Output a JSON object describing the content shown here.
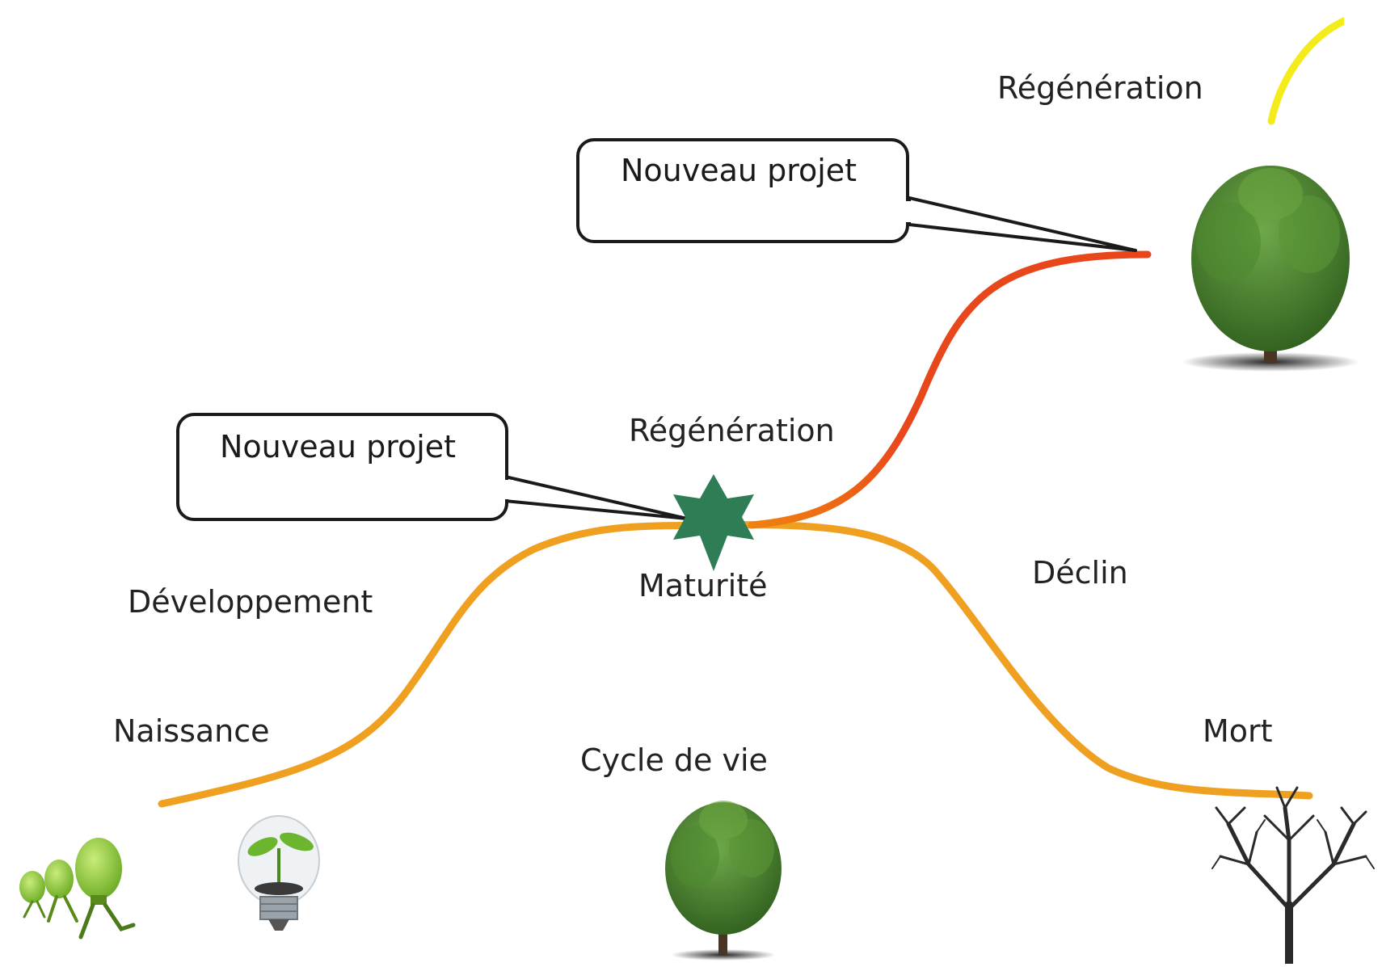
{
  "diagram": {
    "labels": {
      "regeneration_top": "Régénération",
      "regeneration_mid": "Régénération",
      "maturite": "Maturité",
      "developpement": "Développement",
      "declin": "Déclin",
      "naissance": "Naissance",
      "mort": "Mort",
      "cycle": "Cycle de vie"
    },
    "callouts": {
      "top": "Nouveau projet",
      "mid": "Nouveau projet"
    }
  },
  "colors": {
    "main_curve": "#f0a020",
    "regen_curve_start": "#e8471c",
    "regen_curve_end": "#f08010",
    "top_yellow": "#f4ec1a",
    "star": "#2e7d55",
    "callout_border": "#1a1a1a",
    "tree_green": "#3f7a2a",
    "bulb_green": "#8cc63e"
  },
  "icons": [
    "running-bulbs-icon",
    "seedling-bulb-icon",
    "young-tree-icon",
    "mature-tree-icon",
    "bare-tree-icon",
    "star-icon"
  ]
}
